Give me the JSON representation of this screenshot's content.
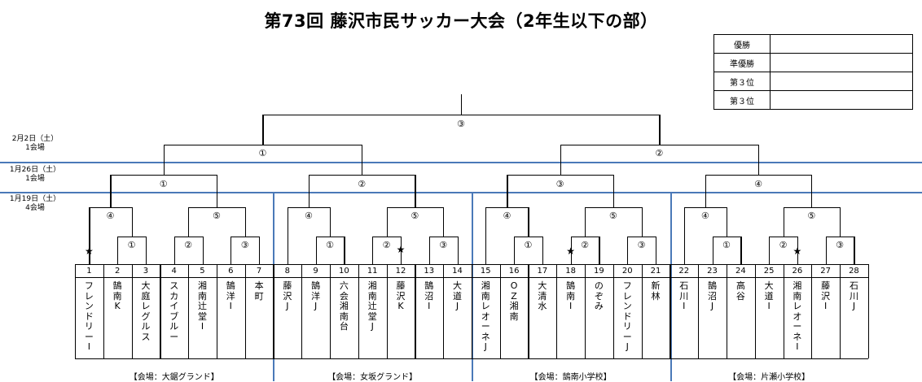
{
  "title": "第73回 藤沢市民サッカー大会（2年生以下の部）",
  "results": [
    {
      "label": "優勝",
      "value": ""
    },
    {
      "label": "準優勝",
      "value": ""
    },
    {
      "label": "第３位",
      "value": ""
    },
    {
      "label": "第３位",
      "value": ""
    }
  ],
  "dates": [
    {
      "date": "2月2日（土）",
      "venues": "1会場"
    },
    {
      "date": "1月26日（土）",
      "venues": "1会場"
    },
    {
      "date": "1月19日（土）",
      "venues": "4会場"
    }
  ],
  "match_labels": {
    "final": "③",
    "semi": [
      "①",
      "②"
    ],
    "quarter": [
      "①",
      "②",
      "③",
      "④"
    ],
    "r1": [
      "④",
      "⑤",
      "④",
      "⑤",
      "④",
      "⑤",
      "④",
      "⑤"
    ],
    "r0": [
      "①",
      "②",
      "③",
      "①",
      "②",
      "③",
      "①",
      "②",
      "③",
      "①",
      "②",
      "③"
    ]
  },
  "teams": [
    {
      "no": "1",
      "name": "フレンドリーI"
    },
    {
      "no": "2",
      "name": "鵠南K"
    },
    {
      "no": "3",
      "name": "大庭レグルス"
    },
    {
      "no": "4",
      "name": "スカイブルー"
    },
    {
      "no": "5",
      "name": "湘南辻堂I"
    },
    {
      "no": "6",
      "name": "鵠洋I"
    },
    {
      "no": "7",
      "name": "本町"
    },
    {
      "no": "8",
      "name": "藤沢J"
    },
    {
      "no": "9",
      "name": "鵠洋J"
    },
    {
      "no": "10",
      "name": "六会湘南台"
    },
    {
      "no": "11",
      "name": "湘南辻堂J"
    },
    {
      "no": "12",
      "name": "藤沢K"
    },
    {
      "no": "13",
      "name": "鵠沼I"
    },
    {
      "no": "14",
      "name": "大道J"
    },
    {
      "no": "15",
      "name": "湘南レオーネJ"
    },
    {
      "no": "16",
      "name": "OZ湘南"
    },
    {
      "no": "17",
      "name": "大清水"
    },
    {
      "no": "18",
      "name": "鵠南I"
    },
    {
      "no": "19",
      "name": "のぞみ"
    },
    {
      "no": "20",
      "name": "フレンドリーJ"
    },
    {
      "no": "21",
      "name": "新林"
    },
    {
      "no": "22",
      "name": "石川I"
    },
    {
      "no": "23",
      "name": "鵠沼J"
    },
    {
      "no": "24",
      "name": "高谷"
    },
    {
      "no": "25",
      "name": "大道I"
    },
    {
      "no": "26",
      "name": "湘南レオーネI"
    },
    {
      "no": "27",
      "name": "藤沢I"
    },
    {
      "no": "28",
      "name": "石川J"
    }
  ],
  "star_symbol": "★",
  "venues": [
    "【会場：大鋸グランド】",
    "【会場：女坂グランド】",
    "【会場：鵠南小学校】",
    "【会場：片瀬小学校】"
  ]
}
